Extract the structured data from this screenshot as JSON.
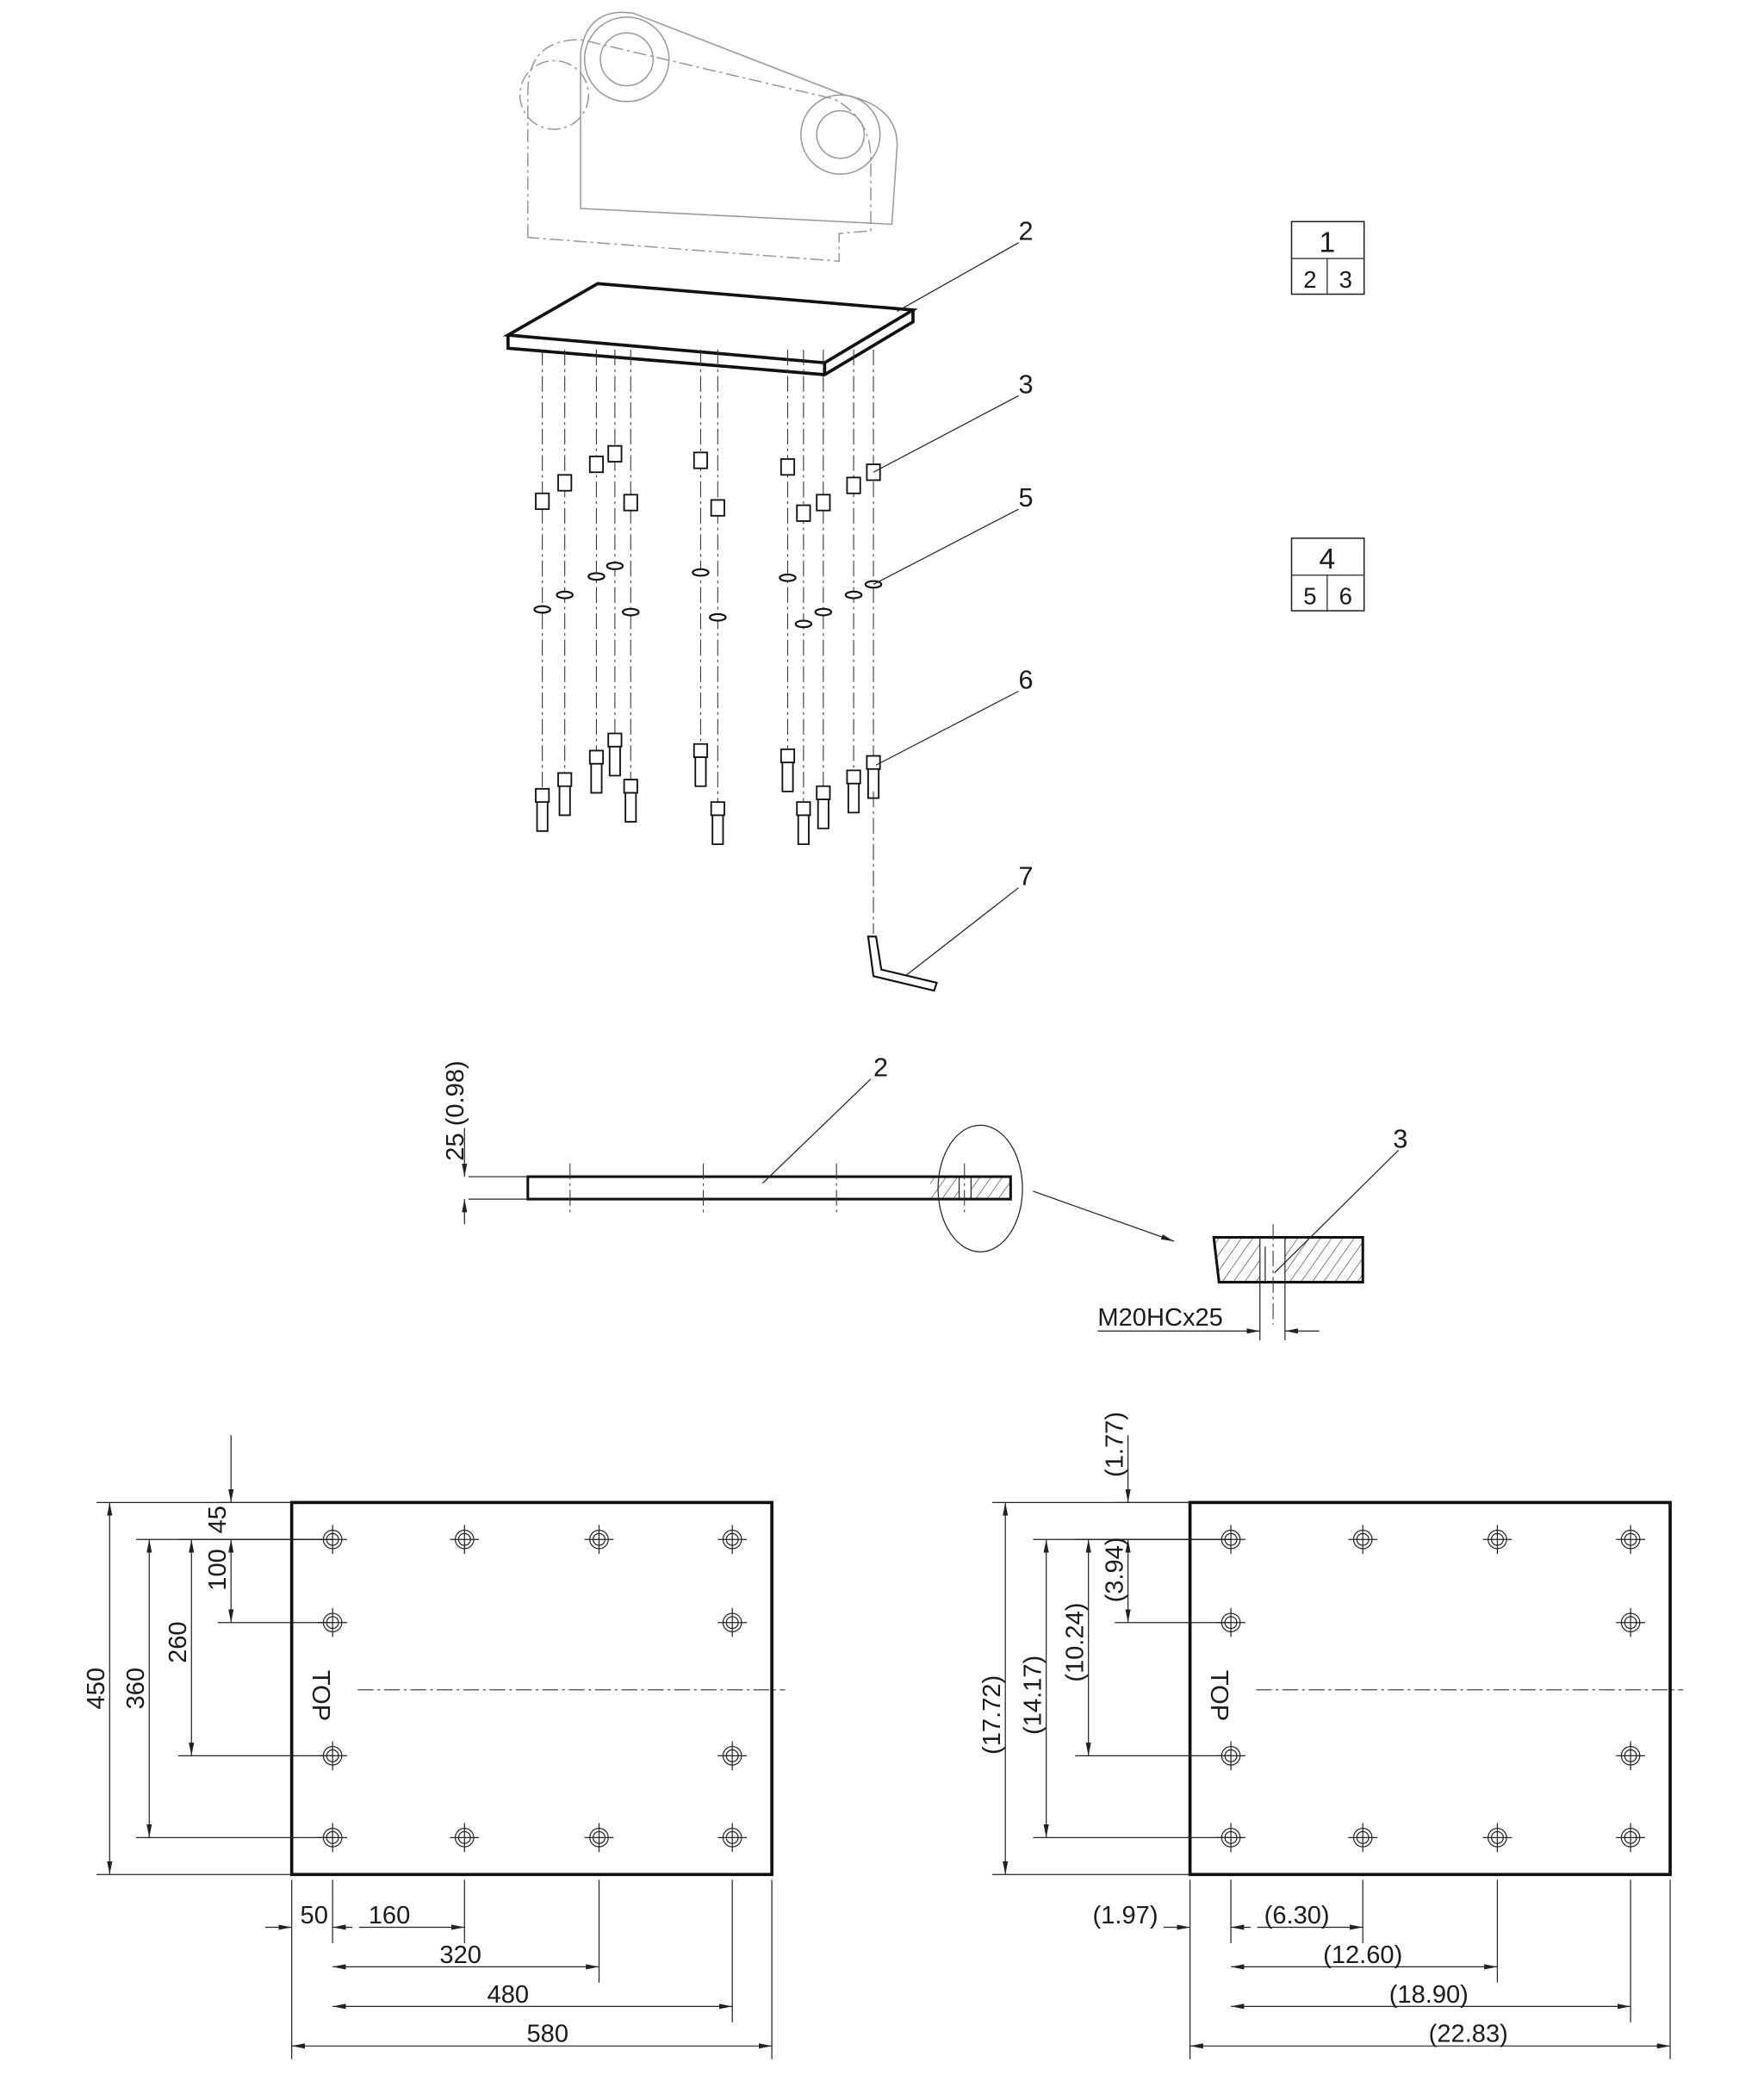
{
  "callouts": {
    "c2": "2",
    "c3": "3",
    "c5": "5",
    "c6": "6",
    "c7": "7",
    "side2": "2",
    "detail3": "3"
  },
  "part_tables": [
    {
      "top": "1",
      "left": "2",
      "right": "3"
    },
    {
      "top": "4",
      "left": "5",
      "right": "6"
    }
  ],
  "side_view": {
    "thickness": "25 (0.98)",
    "thread": "M20HCx25"
  },
  "plan_metric": {
    "label_top": "TOP",
    "vertical": {
      "d450": "450",
      "d360": "360",
      "d260": "260",
      "d100": "100",
      "d45": "45"
    },
    "horizontal": {
      "d50": "50",
      "d160": "160",
      "d320": "320",
      "d480": "480",
      "d580": "580"
    }
  },
  "plan_imperial": {
    "label_top": "TOP",
    "vertical": {
      "d450": "(17.72)",
      "d360": "(14.17)",
      "d260": "(10.24)",
      "d100": "(3.94)",
      "d45": "(1.77)"
    },
    "horizontal": {
      "d50": "(1.97)",
      "d160": "(6.30)",
      "d320": "(12.60)",
      "d480": "(18.90)",
      "d580": "(22.83)"
    }
  }
}
